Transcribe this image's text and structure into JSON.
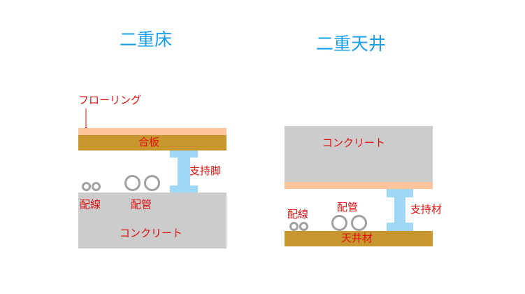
{
  "colors": {
    "title": "#1a9ee8",
    "label": "#e01010",
    "concrete": "#cccccc",
    "plywood": "#c8962e",
    "flooring": "#fdc49a",
    "support": "#9fd8f7",
    "pipe": "#a0a0a0"
  },
  "double_floor": {
    "title": "二重床",
    "labels": {
      "flooring": "フローリング",
      "plywood": "合板",
      "support_leg": "支持脚",
      "wiring": "配線",
      "piping": "配管",
      "concrete": "コンクリート"
    }
  },
  "double_ceiling": {
    "title": "二重天井",
    "labels": {
      "concrete": "コンクリート",
      "wiring": "配線",
      "piping": "配管",
      "support": "支持材",
      "ceiling_material": "天井材"
    }
  }
}
